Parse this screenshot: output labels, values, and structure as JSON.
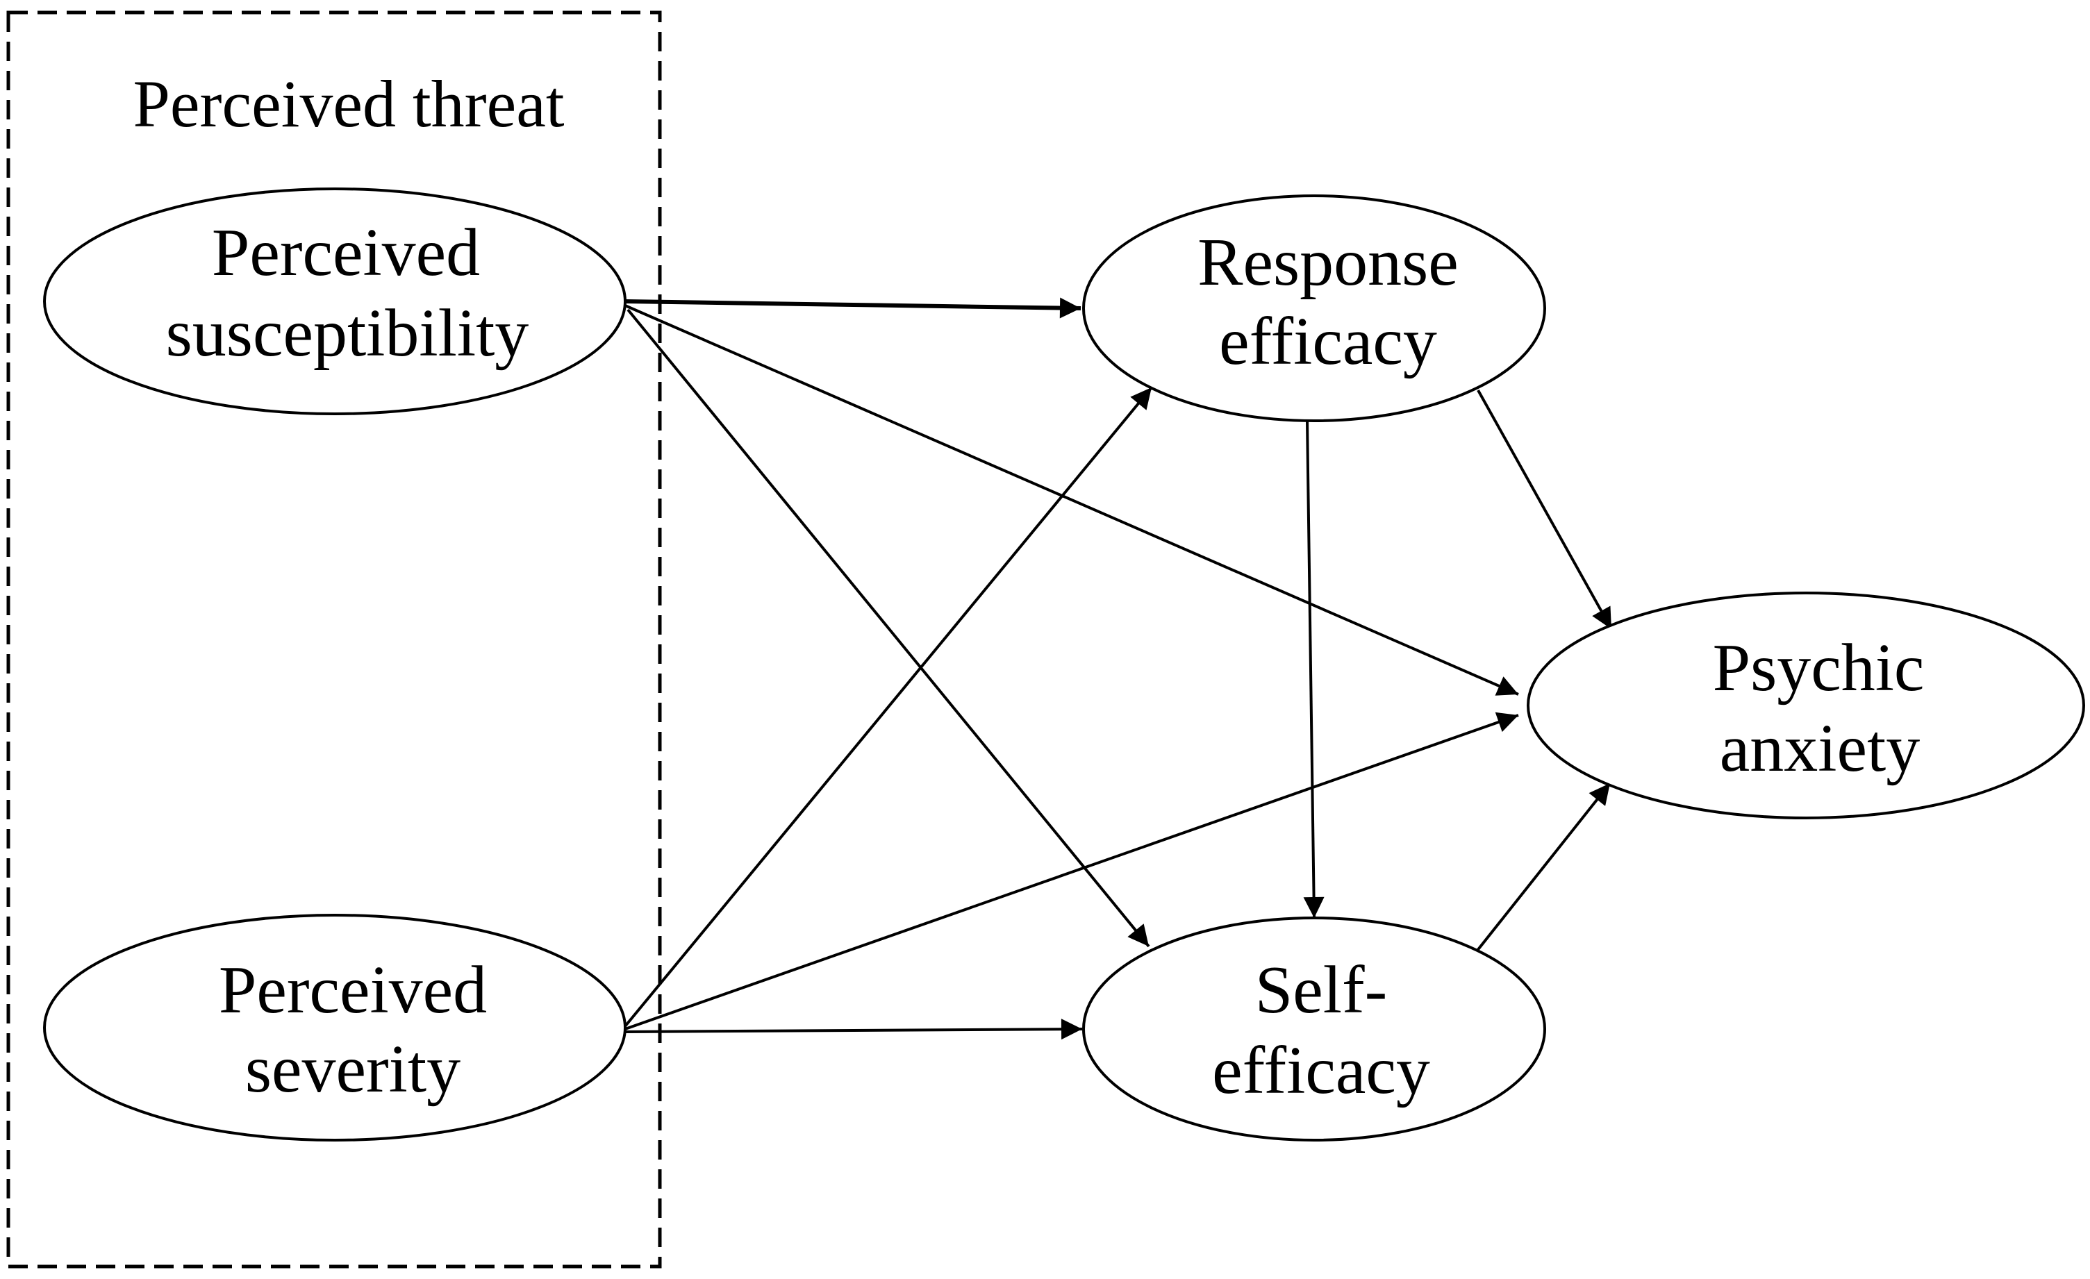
{
  "diagram": {
    "group": {
      "label": "Perceived threat"
    },
    "nodes": {
      "susceptibility": {
        "line1": "Perceived",
        "line2": "susceptibility"
      },
      "severity": {
        "line1": "Perceived",
        "line2": "severity"
      },
      "response_efficacy": {
        "line1": "Response",
        "line2": "efficacy"
      },
      "self_efficacy": {
        "line1": "Self-",
        "line2": "efficacy"
      },
      "psychic_anxiety": {
        "line1": "Psychic",
        "line2": "anxiety"
      }
    },
    "edges": [
      {
        "from": "Perceived susceptibility",
        "to": "Response efficacy"
      },
      {
        "from": "Perceived susceptibility",
        "to": "Psychic anxiety"
      },
      {
        "from": "Perceived susceptibility",
        "to": "Self-efficacy"
      },
      {
        "from": "Perceived severity",
        "to": "Response efficacy"
      },
      {
        "from": "Perceived severity",
        "to": "Psychic anxiety"
      },
      {
        "from": "Perceived severity",
        "to": "Self-efficacy"
      },
      {
        "from": "Response efficacy",
        "to": "Self-efficacy"
      },
      {
        "from": "Response efficacy",
        "to": "Psychic anxiety"
      },
      {
        "from": "Self-efficacy",
        "to": "Psychic anxiety"
      }
    ],
    "colors": {
      "stroke": "#000000",
      "background": "#ffffff"
    }
  }
}
